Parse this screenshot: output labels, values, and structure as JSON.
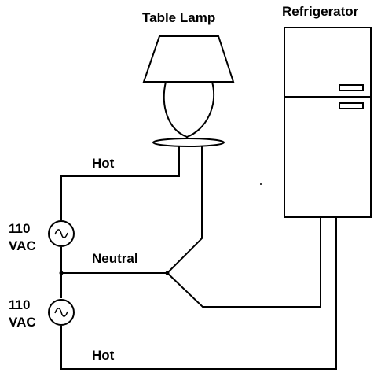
{
  "diagram": {
    "labels": {
      "table_lamp": "Table Lamp",
      "refrigerator": "Refrigerator",
      "hot_top": "Hot",
      "neutral": "Neutral",
      "hot_bottom": "Hot",
      "source_top_voltage": "110",
      "source_top_unit": "VAC",
      "source_bottom_voltage": "110",
      "source_bottom_unit": "VAC"
    },
    "colors": {
      "line": "#000000",
      "background": "#ffffff"
    },
    "source_symbol": "ac-sine"
  }
}
